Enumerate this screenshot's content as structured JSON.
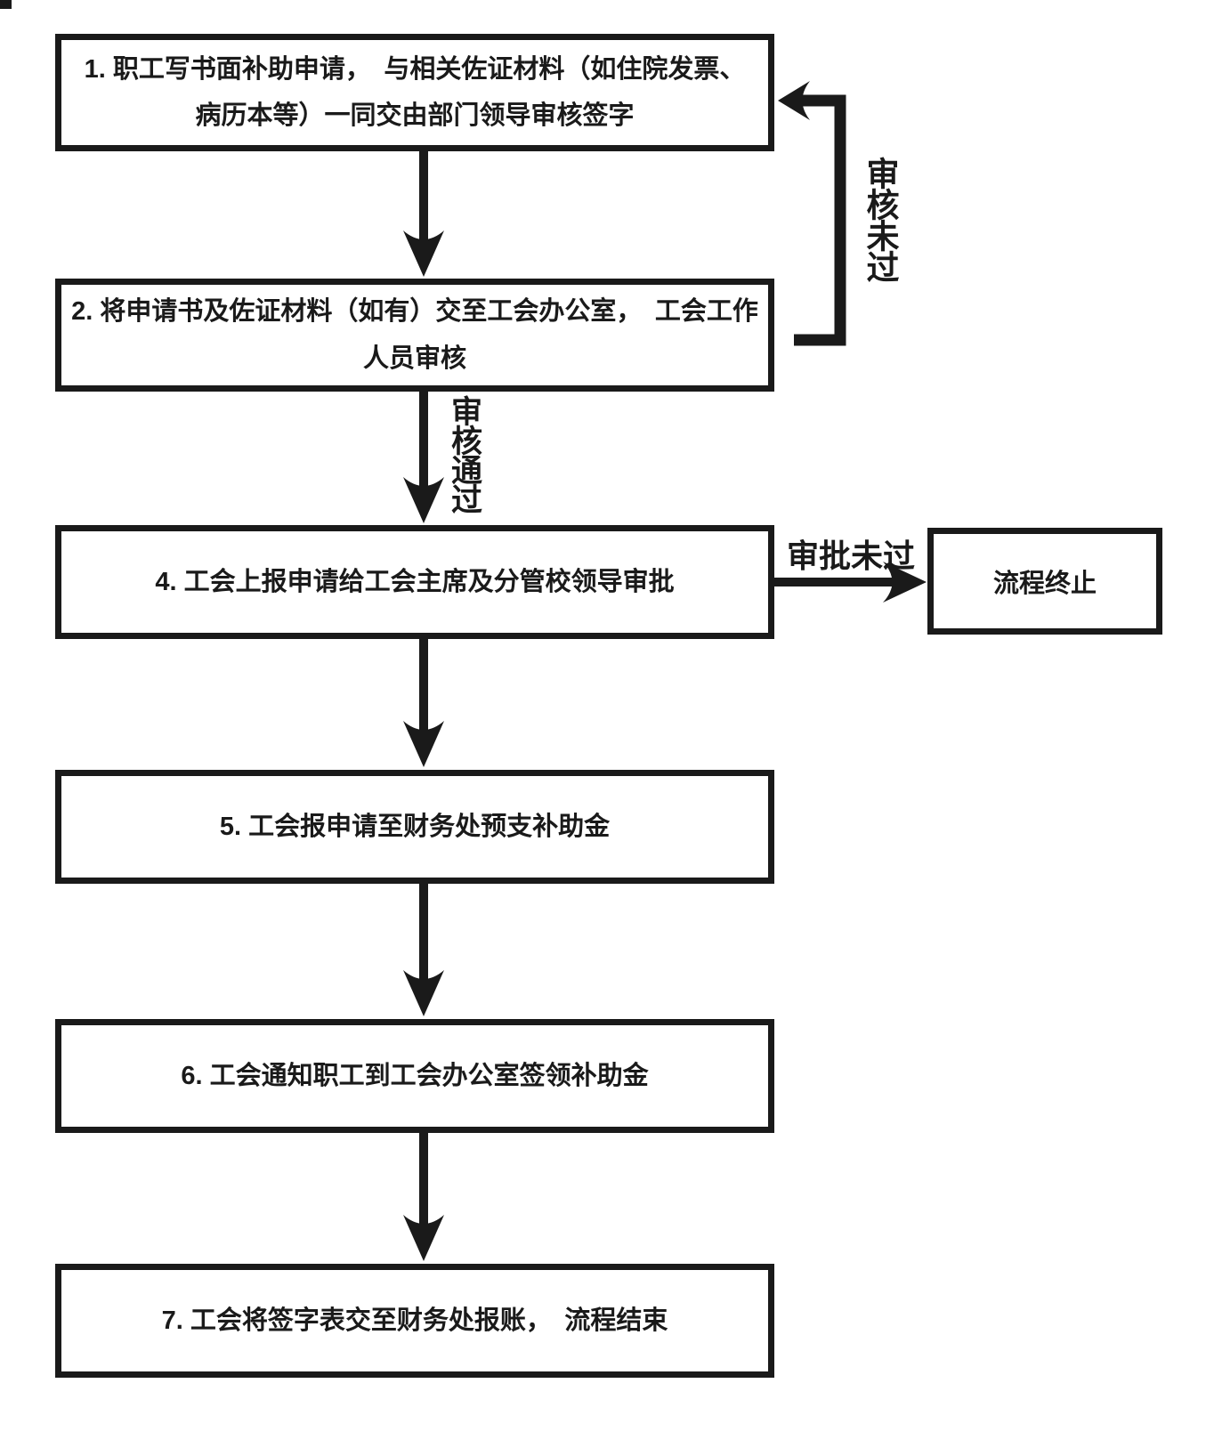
{
  "diagram": {
    "steps": [
      {
        "id": "step-1",
        "lines": [
          "1. 职工写书面补助申请，　与相关佐证材料（如住院发票、",
          "病历本等）一同交由部门领导审核签字"
        ]
      },
      {
        "id": "step-2",
        "lines": [
          "2. 将申请书及佐证材料（如有）交至工会办公室，　工会工作",
          "人员审核"
        ]
      },
      {
        "id": "step-4",
        "lines": [
          "4. 工会上报申请给工会主席及分管校领导审批"
        ]
      },
      {
        "id": "step-5",
        "lines": [
          "5. 工会报申请至财务处预支补助金"
        ]
      },
      {
        "id": "step-6",
        "lines": [
          "6. 工会通知职工到工会办公室签领补助金"
        ]
      },
      {
        "id": "step-7",
        "lines": [
          "7. 工会将签字表交至财务处报账，　流程结束"
        ]
      }
    ],
    "terminal_box": {
      "label": "流程终止"
    },
    "edge_labels": {
      "review_fail": "审核未过",
      "review_pass": "审核通过",
      "approval_fail": "审批未过"
    },
    "colors": {
      "line": "#1a1a1a",
      "background": "#ffffff"
    }
  }
}
